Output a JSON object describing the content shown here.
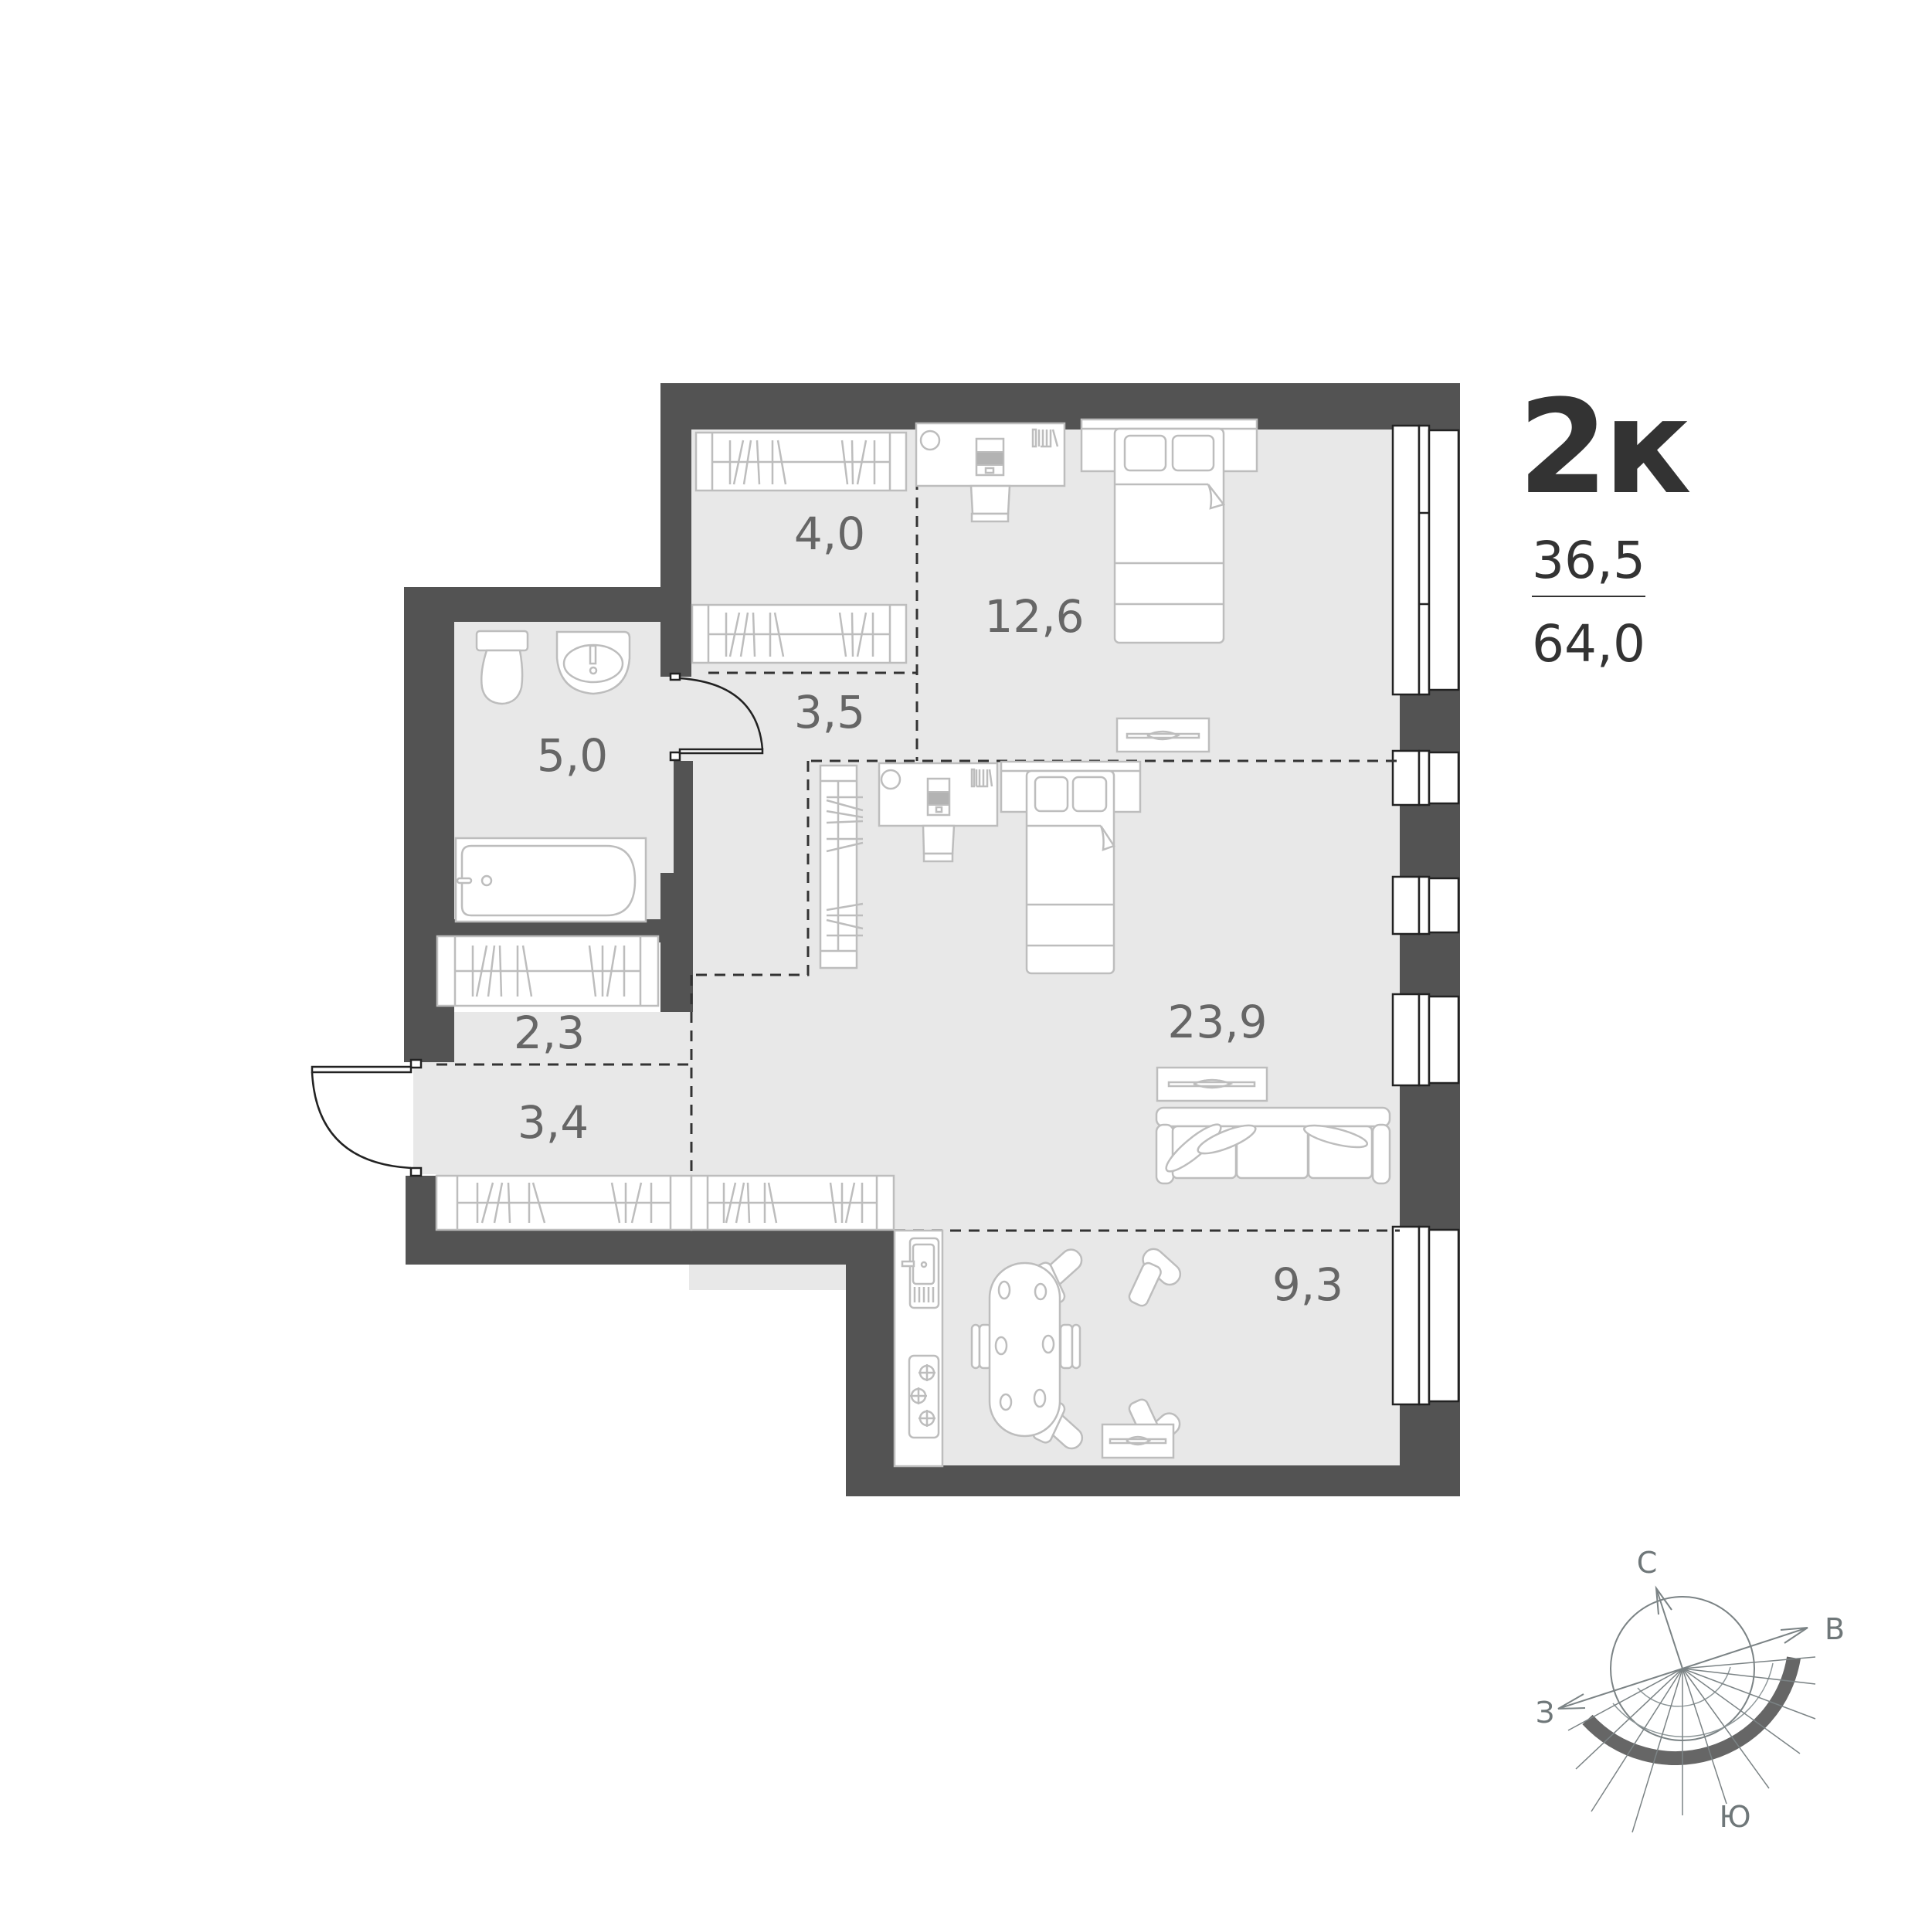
{
  "summary": {
    "rooms_count": "2к",
    "living_area": "36,5",
    "total_area": "64,0"
  },
  "rooms": [
    {
      "id": "wardrobe",
      "label": "4,0"
    },
    {
      "id": "bedroom",
      "label": "12,6"
    },
    {
      "id": "hall-upper",
      "label": "3,5"
    },
    {
      "id": "bathroom",
      "label": "5,0"
    },
    {
      "id": "storage",
      "label": "2,3"
    },
    {
      "id": "entrance",
      "label": "3,4"
    },
    {
      "id": "living-room",
      "label": "23,9"
    },
    {
      "id": "kitchen",
      "label": "9,3"
    }
  ],
  "compass": {
    "north": "С",
    "east": "В",
    "west": "З",
    "south": "Ю"
  },
  "colors": {
    "wall": "#535353",
    "floor": "#e8e8e8",
    "text": "#666666",
    "heading": "#333333",
    "compass": "#7b8385"
  }
}
